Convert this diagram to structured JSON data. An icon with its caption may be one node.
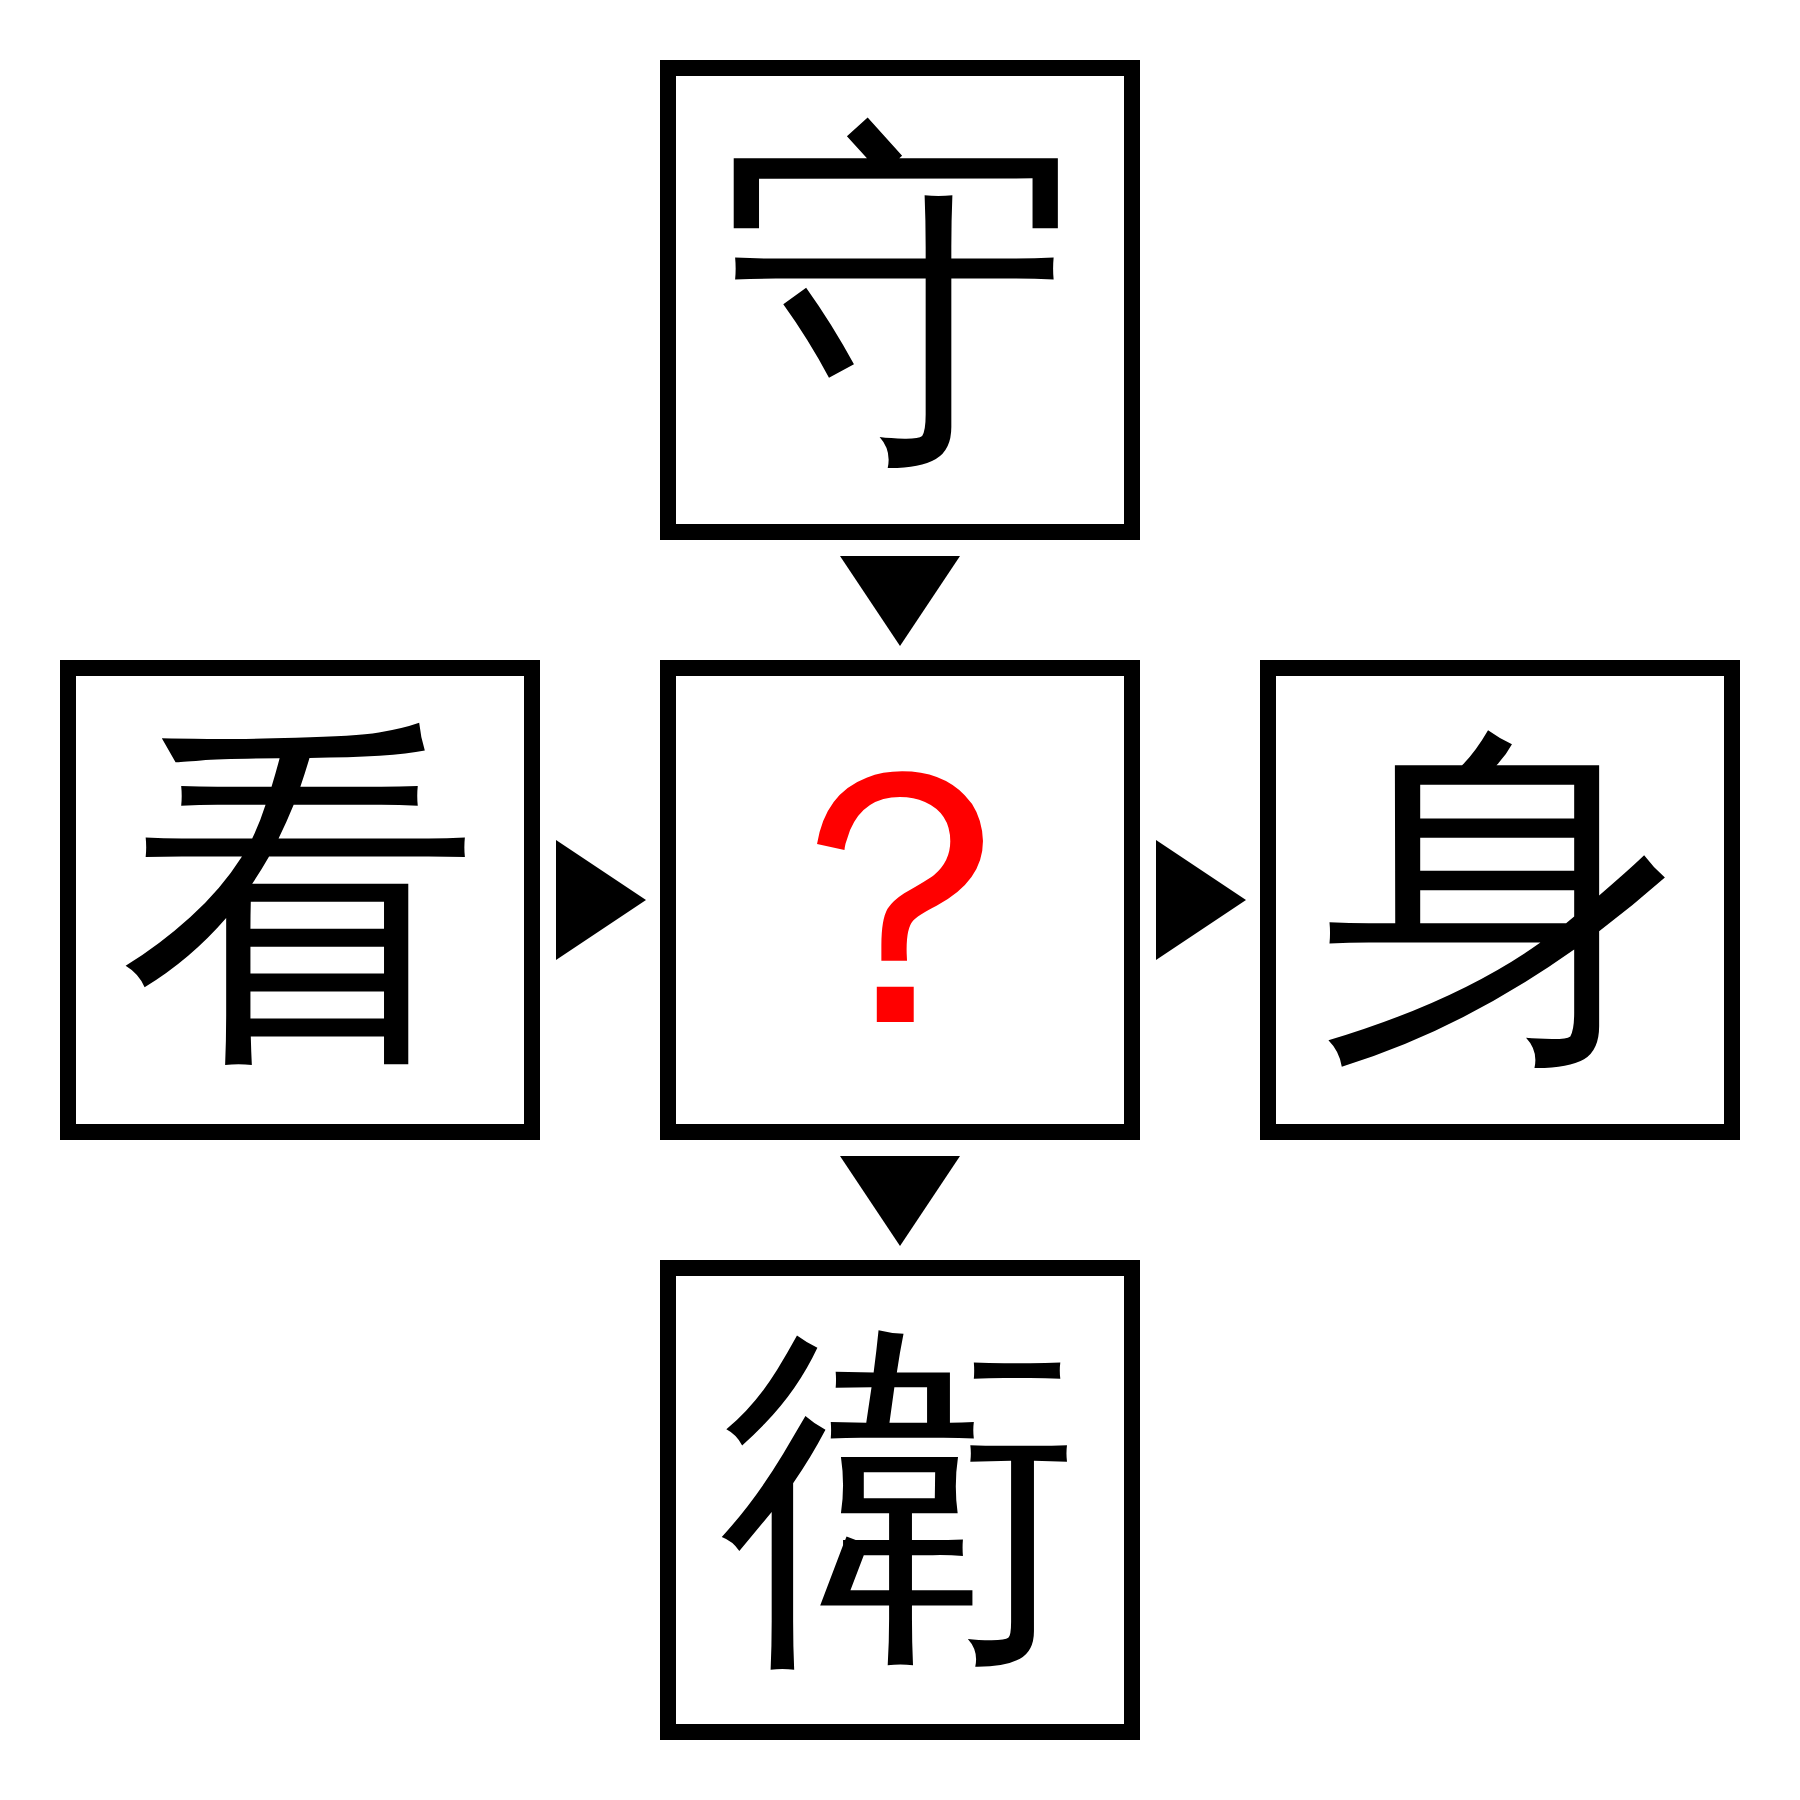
{
  "diagram": {
    "nodes": [
      {
        "text": [
          "守"
        ]
      },
      {
        "text": [
          "看"
        ]
      },
      {
        "text": [
          "？"
        ]
      },
      {
        "text": [
          "身"
        ]
      },
      {
        "text": [
          "衛"
        ]
      }
    ],
    "edges": [
      {
        "from": 0,
        "to": 2,
        "arrow": "to"
      },
      {
        "from": 1,
        "to": 2,
        "arrow": "to"
      },
      {
        "from": 2,
        "to": 3,
        "arrow": "to"
      },
      {
        "from": 2,
        "to": 4,
        "arrow": "to"
      }
    ]
  }
}
